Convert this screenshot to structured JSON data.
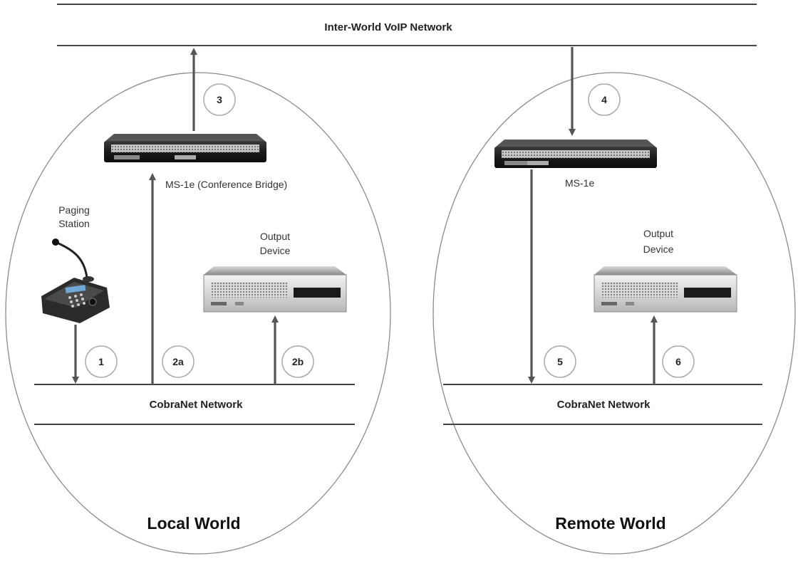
{
  "networks": {
    "inter_world": "Inter-World VoIP Network",
    "cobranet_local": "CobraNet Network",
    "cobranet_remote": "CobraNet Network"
  },
  "worlds": {
    "local": "Local World",
    "remote": "Remote World"
  },
  "devices": {
    "ms1e_local": "MS-1e (Conference Bridge)",
    "ms1e_remote": "MS-1e",
    "paging_station_line1": "Paging",
    "paging_station_line2": "Station",
    "output_local_line1": "Output",
    "output_local_line2": "Device",
    "output_remote_line1": "Output",
    "output_remote_line2": "Device"
  },
  "steps": [
    "1",
    "2a",
    "2b",
    "3",
    "4",
    "5",
    "6"
  ]
}
